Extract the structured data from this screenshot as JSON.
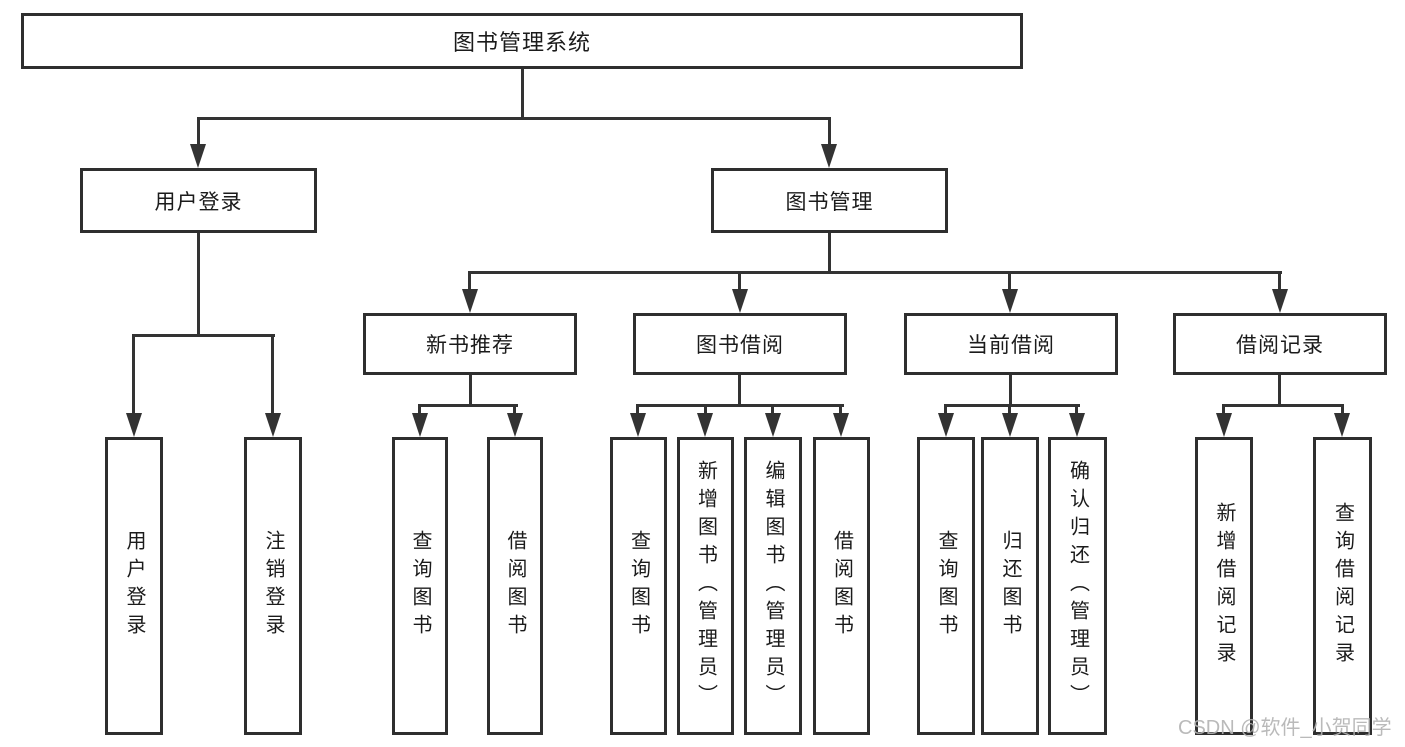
{
  "diagram": {
    "root": {
      "label": "图书管理系统"
    },
    "branches": [
      {
        "label": "用户登录",
        "children": [
          {
            "label": "用户登录"
          },
          {
            "label": "注销登录"
          }
        ]
      },
      {
        "label": "图书管理",
        "children": [
          {
            "label": "新书推荐",
            "children": [
              {
                "label": "查询图书"
              },
              {
                "label": "借阅图书"
              }
            ]
          },
          {
            "label": "图书借阅",
            "children": [
              {
                "label": "查询图书"
              },
              {
                "label": "新增图书（管理员）"
              },
              {
                "label": "编辑图书（管理员）"
              },
              {
                "label": "借阅图书"
              }
            ]
          },
          {
            "label": "当前借阅",
            "children": [
              {
                "label": "查询图书"
              },
              {
                "label": "归还图书"
              },
              {
                "label": "确认归还（管理员）"
              }
            ]
          },
          {
            "label": "借阅记录",
            "children": [
              {
                "label": "新增借阅记录"
              },
              {
                "label": "查询借阅记录"
              }
            ]
          }
        ]
      }
    ]
  },
  "watermark": {
    "text": "CSDN @软件_小贺同学"
  },
  "colors": {
    "background": "#ffffff",
    "line": "#333333",
    "box_border": "#2e2e2e",
    "box_fill": "#ffffff",
    "text": "#1b1b1b",
    "watermark": "#b2b2b2"
  }
}
